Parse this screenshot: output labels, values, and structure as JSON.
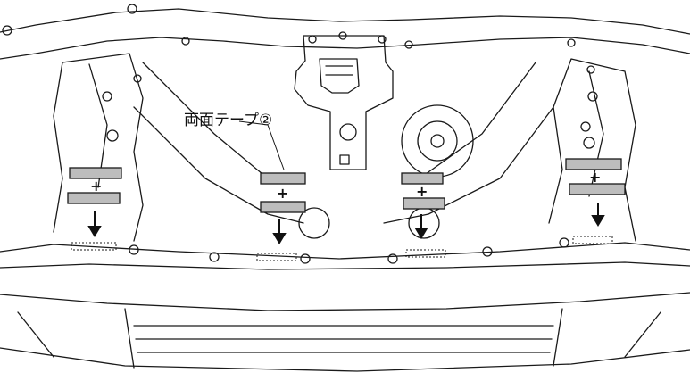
{
  "callout": {
    "text": "両面テープ②"
  },
  "markers": {
    "plus": "+"
  },
  "tape_groups": [
    {
      "name": "left"
    },
    {
      "name": "center-left"
    },
    {
      "name": "center-right"
    },
    {
      "name": "right"
    }
  ],
  "colors": {
    "line": "#1a1a1a",
    "tape_fill": "#bdbdbd",
    "background": "#ffffff"
  }
}
